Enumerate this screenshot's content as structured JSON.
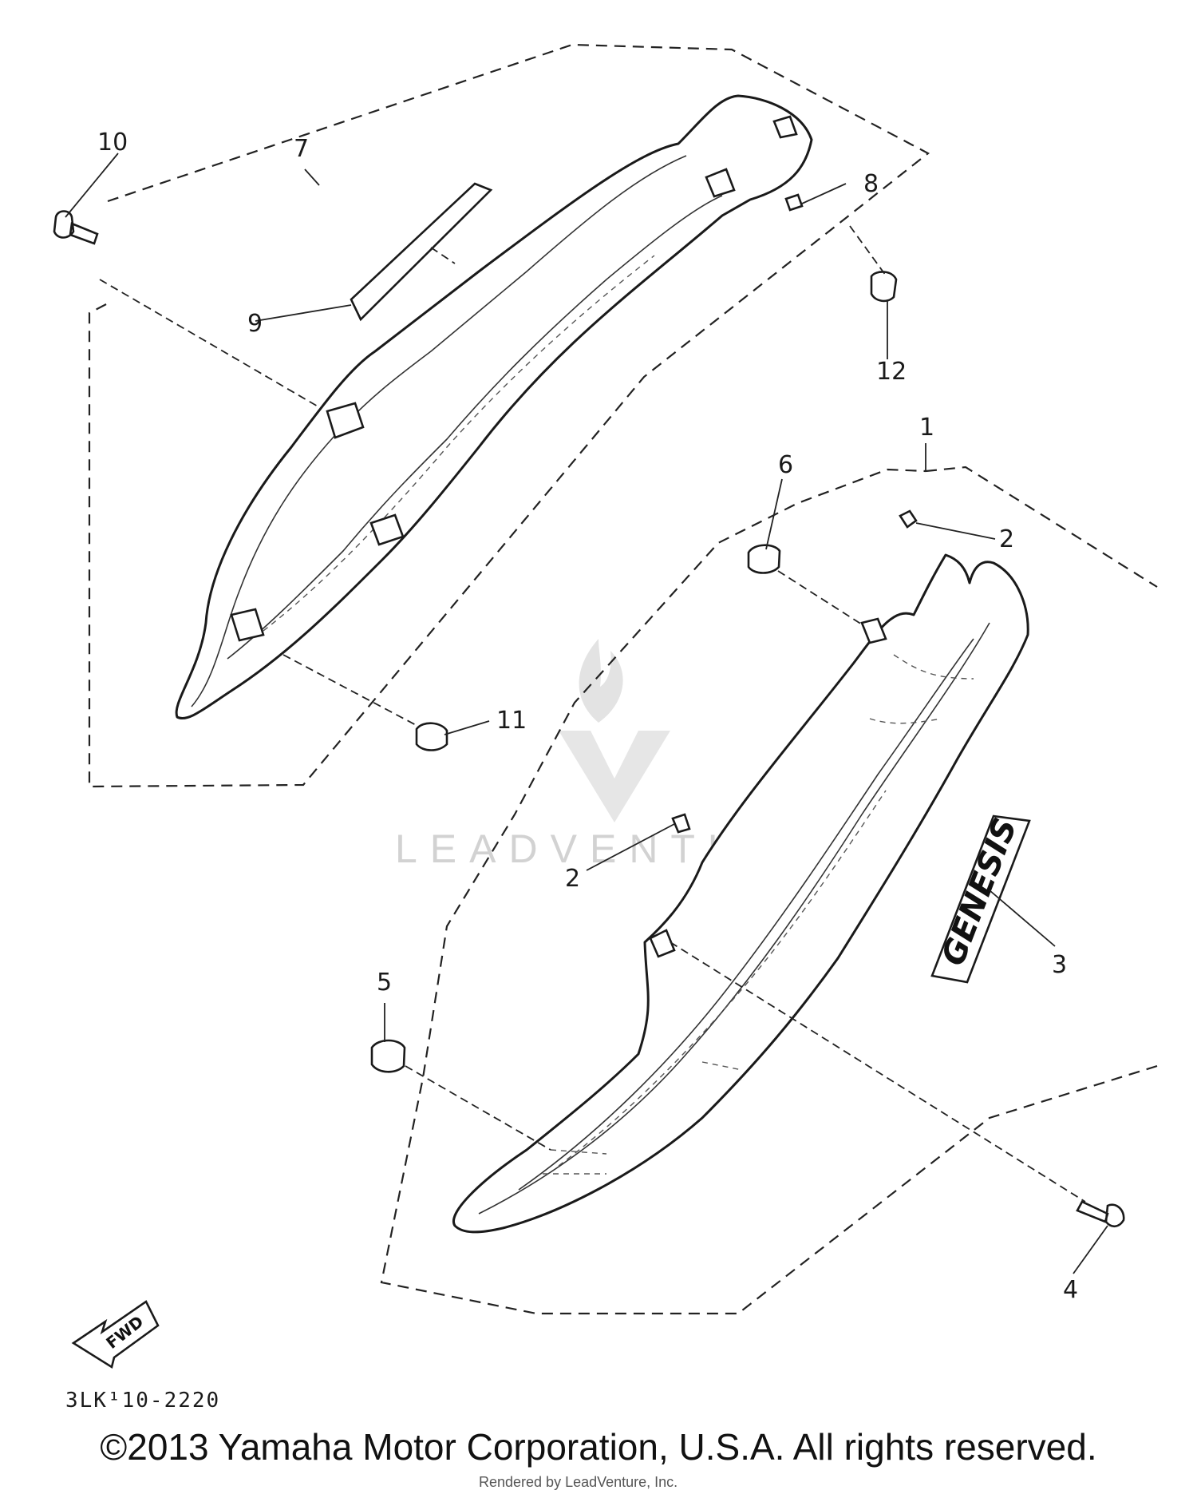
{
  "parts": {
    "p1": "1",
    "p2a": "2",
    "p2b": "2",
    "p3": "3",
    "p4": "4",
    "p5": "5",
    "p6": "6",
    "p7": "7",
    "p8": "8",
    "p9": "9",
    "p10": "10",
    "p11": "11",
    "p12": "12"
  },
  "emblem_text": "GENESIS",
  "fwd_label": "FWD",
  "diagram_code": "3LK¹10-2220",
  "watermark": "LEADVENTURE",
  "credit": "Rendered by LeadVenture, Inc.",
  "copyright": "©2013 Yamaha Motor Corporation, U.S.A. All rights reserved."
}
